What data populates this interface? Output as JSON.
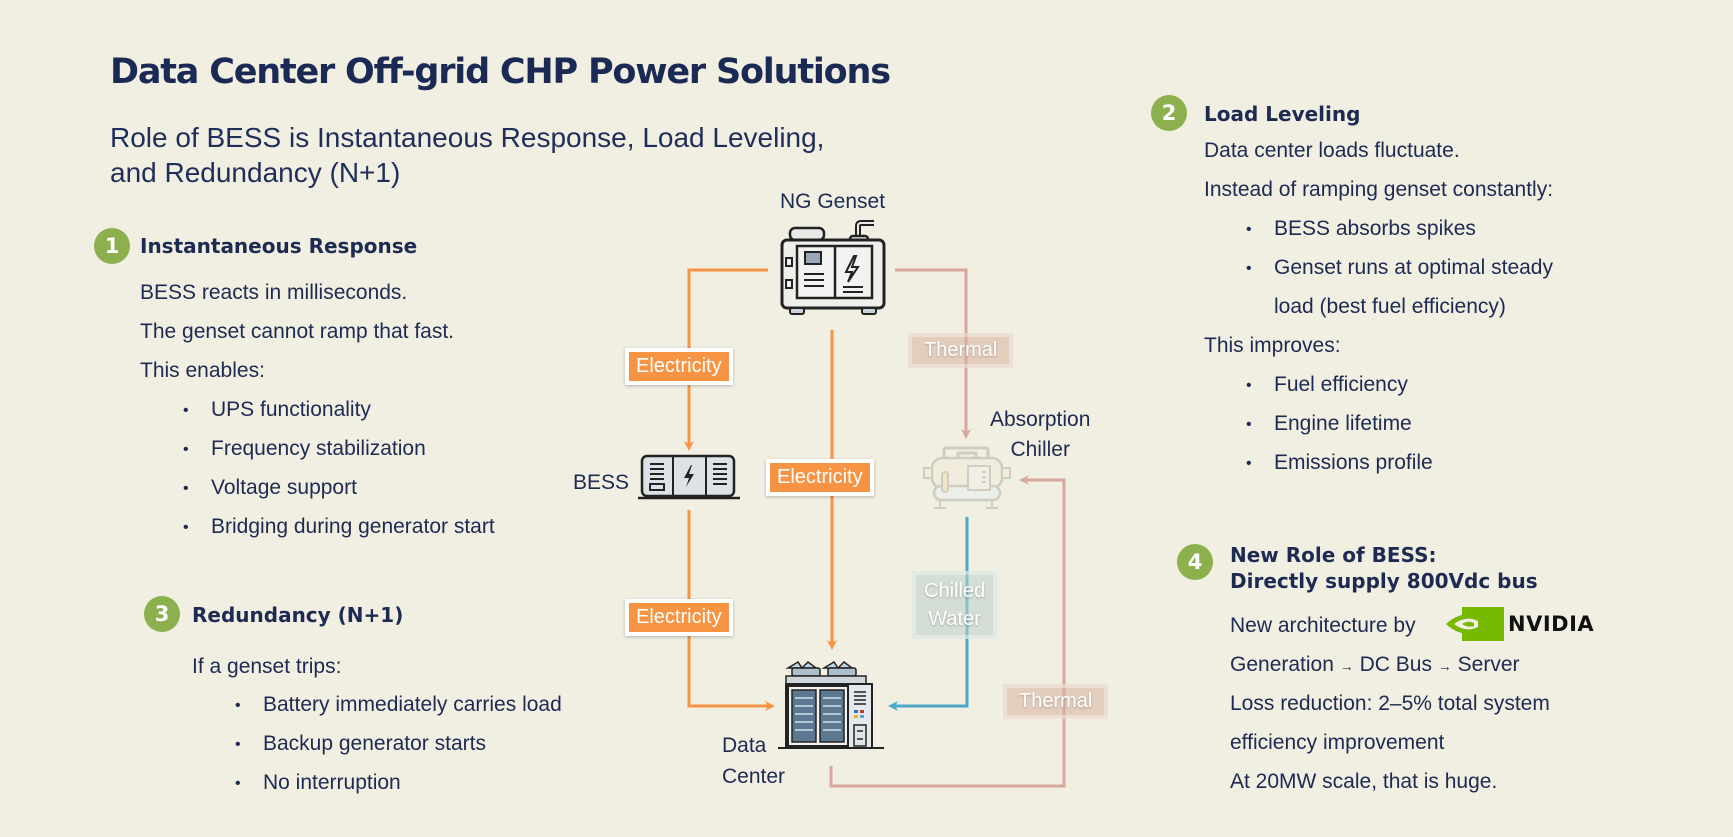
{
  "header": {
    "title": "Data Center Off-grid CHP Power Solutions",
    "subtitle_line1": "Role of BESS is Instantaneous Response, Load Leveling,",
    "subtitle_line2": "and Redundancy (N+1)"
  },
  "sections": {
    "s1": {
      "number": "1",
      "title": "Instantaneous Response",
      "lines": [
        "BESS reacts in milliseconds.",
        "The genset cannot ramp that fast.",
        "This enables:"
      ],
      "bullets": [
        "UPS functionality",
        "Frequency stabilization",
        "Voltage support",
        "Bridging during generator start"
      ]
    },
    "s2": {
      "number": "2",
      "title": "Load Leveling",
      "lines": [
        "Data center loads fluctuate.",
        "Instead of ramping genset constantly:"
      ],
      "bullets_a": [
        "BESS absorbs spikes",
        "Genset runs at optimal steady",
        "load (best fuel efficiency)"
      ],
      "line_after": "This improves:",
      "bullets_b": [
        "Fuel efficiency",
        "Engine lifetime",
        "Emissions profile"
      ]
    },
    "s3": {
      "number": "3",
      "title": "Redundancy (N+1)",
      "lines": [
        "If a genset trips:"
      ],
      "bullets": [
        "Battery immediately carries load",
        "Backup generator starts",
        "No interruption"
      ]
    },
    "s4": {
      "number": "4",
      "title_line1": "New Role of BESS:",
      "title_line2": "Directly supply 800Vdc bus",
      "arch_label": "New architecture by",
      "brand": "NVIDIA",
      "flow": [
        "Generation",
        "DC Bus",
        "Server"
      ],
      "flow_arrow": "→",
      "lines": [
        "Loss reduction: 2–5% total system",
        "efficiency improvement",
        "At 20MW scale, that is huge."
      ]
    }
  },
  "diagram": {
    "nodes": {
      "genset": "NG Genset",
      "bess": "BESS",
      "chiller_line1": "Absorption",
      "chiller_line2": "Chiller",
      "datacenter_line1": "Data",
      "datacenter_line2": "Center"
    },
    "flows": {
      "elec1": "Electricity",
      "elec2": "Electricity",
      "elec3": "Electricity",
      "thermal1": "Thermal",
      "thermal2": "Thermal",
      "chilled_line1": "Chilled",
      "chilled_line2": "Water"
    },
    "colors": {
      "electricity": "#f69443",
      "thermal": "#d9a89c",
      "chilled_water": "#4aa8c8",
      "badge": "#8db04f",
      "text": "#1d2a52",
      "background": "#f1eee2"
    }
  }
}
